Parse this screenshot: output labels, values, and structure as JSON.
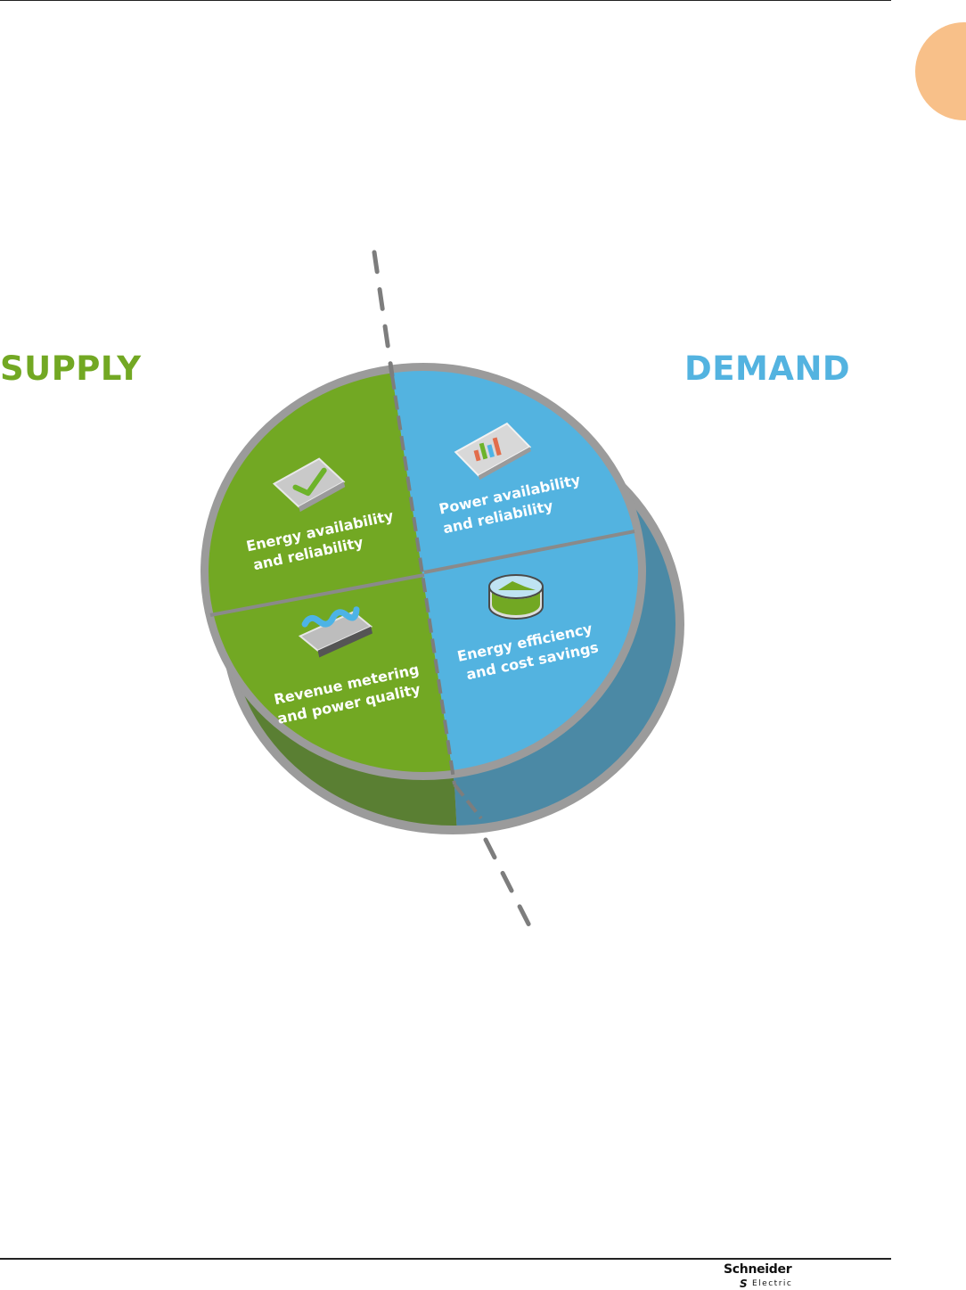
{
  "labels": {
    "supply": "SUPPLY",
    "demand": "DEMAND"
  },
  "segments": {
    "top_left": {
      "line1": "Energy availability",
      "line2": "and reliability",
      "icon": "checkmark-panel-icon"
    },
    "bottom_left": {
      "line1": "Revenue metering",
      "line2": "and power quality",
      "icon": "waveform-meter-icon"
    },
    "top_right": {
      "line1": "Power availability",
      "line2": "and reliability",
      "icon": "bar-chart-report-icon"
    },
    "bottom_right": {
      "line1": "Energy efficiency",
      "line2": "and cost savings",
      "icon": "tank-gauge-icon"
    }
  },
  "logo": {
    "name": "Schneider",
    "sub": "Electric"
  },
  "colors": {
    "supply": "#72a823",
    "supply_side": "#5a7f33",
    "demand": "#53b3e0",
    "demand_side": "#4b89a5",
    "divider": "#8a8a8a",
    "tab": "#f8c089"
  }
}
